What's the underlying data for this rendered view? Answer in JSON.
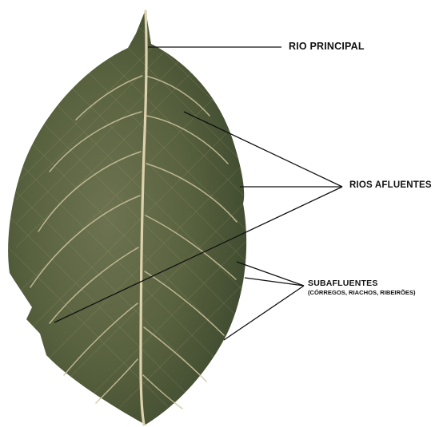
{
  "labels": {
    "main_river": "RIO PRINCIPAL",
    "tributaries": "RIOS AFLUENTES",
    "sub_tributaries": "SUBAFLUENTES",
    "sub_tributaries_examples": "(CÓRREGOS, RIACHOS, RIBEIRÕES)"
  },
  "colors": {
    "leaf_dark": "#3e4a2f",
    "leaf_mid": "#59623f",
    "leaf_light": "#6d7350",
    "vein": "#cfc4a0",
    "leader_line": "#111111"
  },
  "icons": {
    "leaf": "leaf-illustration"
  }
}
